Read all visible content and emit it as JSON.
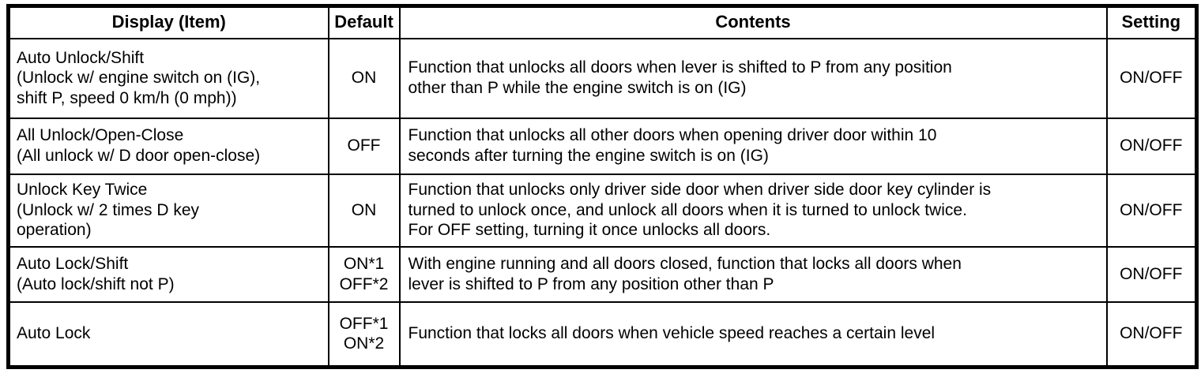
{
  "table": {
    "headers": {
      "item": "Display (Item)",
      "default": "Default",
      "contents": "Contents",
      "setting": "Setting"
    },
    "rows": [
      {
        "item": "Auto Unlock/Shift\n(Unlock w/ engine switch on (IG),\nshift P, speed 0 km/h (0 mph))",
        "default": "ON",
        "contents": "Function that unlocks all doors when lever is shifted to P from any position\nother than P while the engine switch is on (IG)",
        "setting": "ON/OFF"
      },
      {
        "item": "All Unlock/Open-Close\n(All unlock w/ D door open-close)",
        "default": "OFF",
        "contents": "Function that unlocks all other doors when opening driver door within 10\nseconds after turning the engine switch is on (IG)",
        "setting": "ON/OFF"
      },
      {
        "item": "Unlock Key Twice\n(Unlock w/ 2 times D key\noperation)",
        "default": "ON",
        "contents": "Function that unlocks only driver side door when driver side door key cylinder is\nturned to unlock once, and unlock all doors when it is turned to unlock twice.\nFor OFF setting, turning it once unlocks all doors.",
        "setting": "ON/OFF"
      },
      {
        "item": "Auto Lock/Shift\n(Auto lock/shift not P)",
        "default": "ON*1\nOFF*2",
        "contents": "With engine running and all doors closed, function that locks all doors when\nlever is shifted to P from any position other than P",
        "setting": "ON/OFF"
      },
      {
        "item": "Auto Lock",
        "default": "OFF*1\nON*2",
        "contents": "Function that locks all doors when vehicle speed reaches a certain level",
        "setting": "ON/OFF"
      }
    ],
    "colors": {
      "border": "#000000",
      "background": "#ffffff",
      "text": "#000000"
    }
  }
}
